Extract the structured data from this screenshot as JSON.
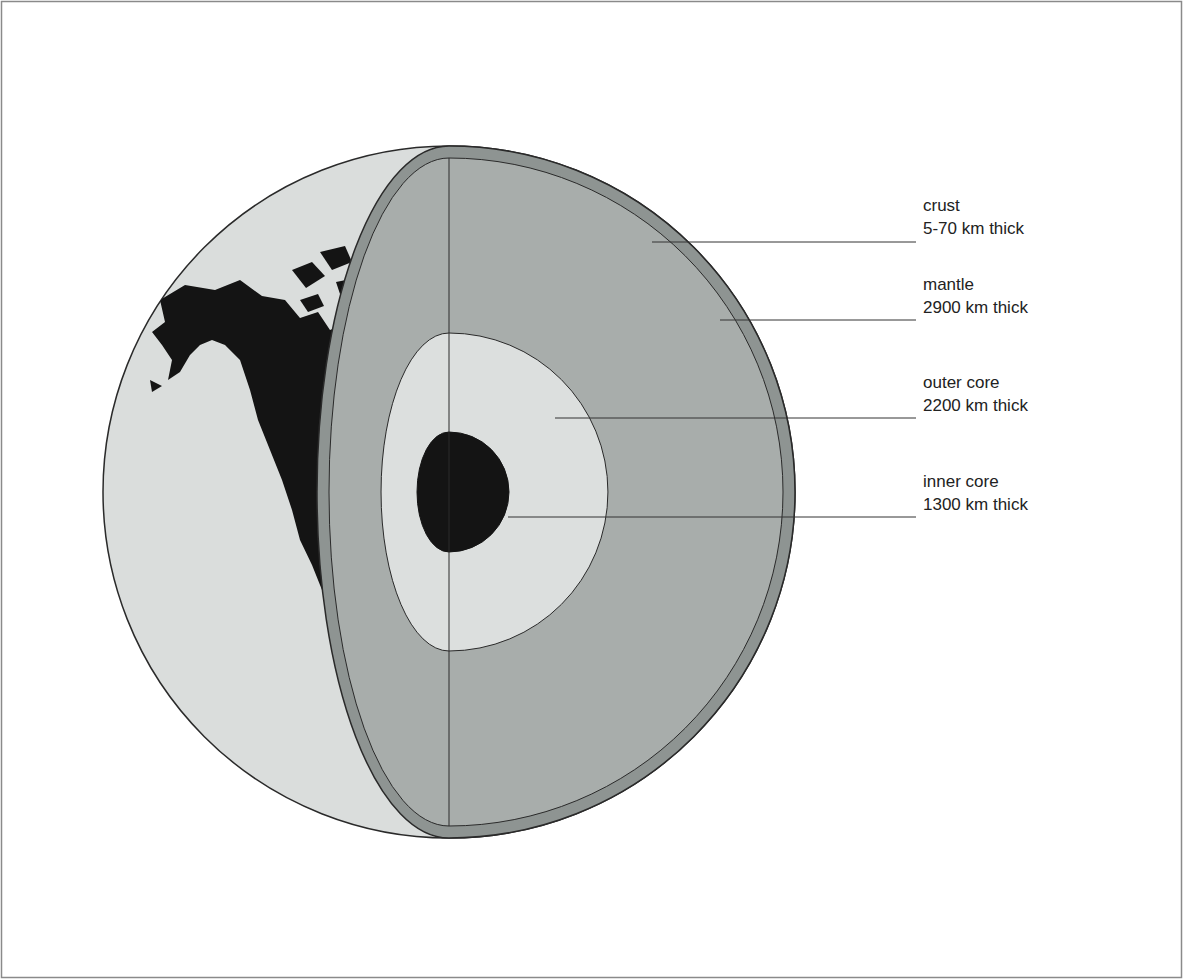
{
  "diagram": {
    "labels": [
      "crust",
      "5-70 km thick",
      "mantle",
      "2900 km thick",
      "outer core",
      "2200 km thick",
      "inner core",
      "1300 km thick"
    ]
  }
}
